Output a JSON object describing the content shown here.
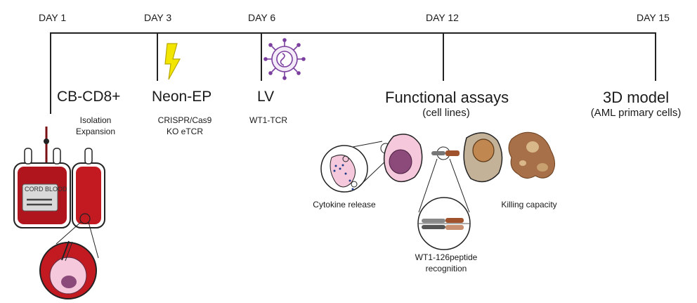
{
  "timeline": {
    "days": [
      {
        "label": "DAY 1"
      },
      {
        "label": "DAY 3"
      },
      {
        "label": "DAY 6"
      },
      {
        "label": "DAY 12"
      },
      {
        "label": "DAY 15"
      }
    ]
  },
  "stages": {
    "cb": {
      "title": "CB-CD8+",
      "line1": "Isolation",
      "line2": "Expansion"
    },
    "neon": {
      "title": "Neon-EP",
      "line1": "CRISPR/Cas9",
      "line2": "KO eTCR"
    },
    "lv": {
      "title": "LV",
      "line1": "WT1-TCR"
    },
    "functional": {
      "title": "Functional assays",
      "subtitle": "(cell lines)"
    },
    "model": {
      "title": "3D model",
      "subtitle": "(AML primary cells)"
    }
  },
  "bag": {
    "label": "CORD BLOOD"
  },
  "assays": {
    "cytokine": "Cytokine release",
    "killing": "Killing capacity",
    "recognition_line1": "WT1-126peptide",
    "recognition_line2": "recognition"
  },
  "colors": {
    "timeline": "#222222",
    "blood": "#b0141c",
    "bolt": "#f2e500",
    "virus": "#7b3fa0",
    "cell_pink": "#f6c8dc",
    "nucleus": "#8b4a7a",
    "target": "#b9a48a"
  }
}
